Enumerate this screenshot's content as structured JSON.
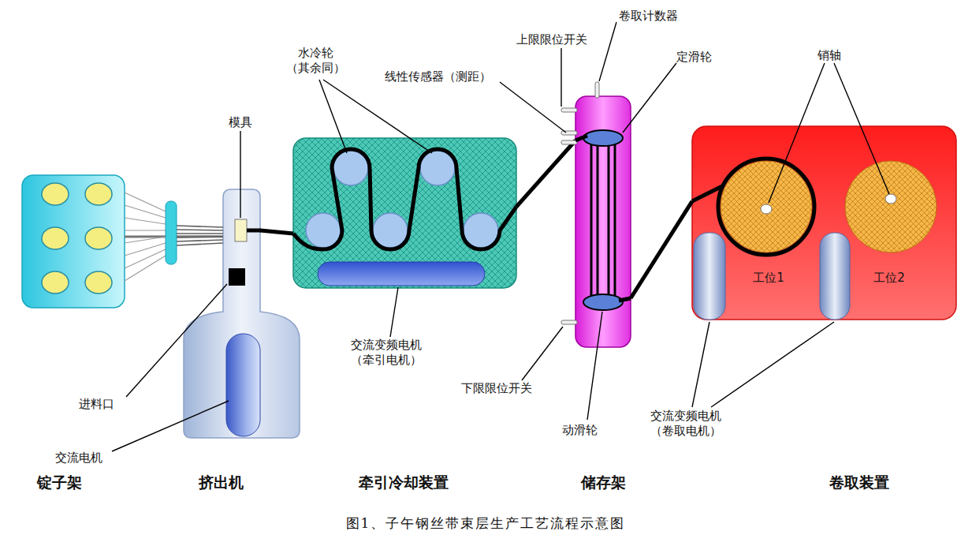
{
  "diagram": {
    "caption": "图1、子午钢丝带束层生产工艺流程示意图",
    "nodes": [
      {
        "text": [
          "锭子架"
        ]
      },
      {
        "text": [
          "挤出机"
        ]
      },
      {
        "text": [
          "牵引冷却装置"
        ]
      },
      {
        "text": [
          "储存架"
        ]
      },
      {
        "text": [
          "卷取装置"
        ]
      }
    ],
    "edges": [
      {
        "from": 0,
        "to": 1,
        "arrow": "none"
      },
      {
        "from": 1,
        "to": 2,
        "arrow": "none"
      },
      {
        "from": 2,
        "to": 3,
        "arrow": "none"
      },
      {
        "from": 3,
        "to": 4,
        "arrow": "none"
      }
    ],
    "labels": [
      "水冷轮 （其余同）",
      "模具",
      "线性传感器（测距）",
      "上限限位开关",
      "卷取计数器",
      "定滑轮",
      "销轴",
      "进料口",
      "交流电机",
      "交流变频电机 （牵引电机）",
      "下限限位开关",
      "动滑轮",
      "交流变频电机 （卷取电机）",
      "工位1",
      "工位2"
    ]
  }
}
